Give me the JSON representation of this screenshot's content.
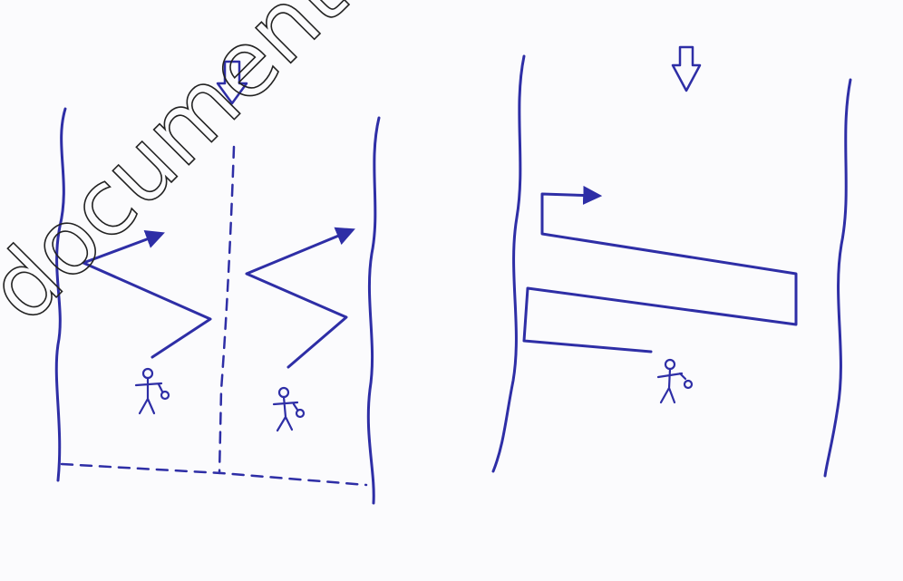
{
  "watermark": {
    "text": "document is out of"
  },
  "colors": {
    "ink": "#2e2ea6",
    "paper": "#fbfbfd",
    "watermark_stroke": "#222222"
  },
  "panels": [
    {
      "name": "left-sketch",
      "description_icons": [
        "flow-down-arrow-icon",
        "zigzag-path-arrow",
        "zigzag-path-arrow",
        "player-with-racket-icon",
        "player-with-racket-icon"
      ]
    },
    {
      "name": "right-sketch",
      "description_icons": [
        "flow-down-arrow-icon",
        "serpentine-path-arrow",
        "player-with-racket-icon"
      ]
    }
  ]
}
